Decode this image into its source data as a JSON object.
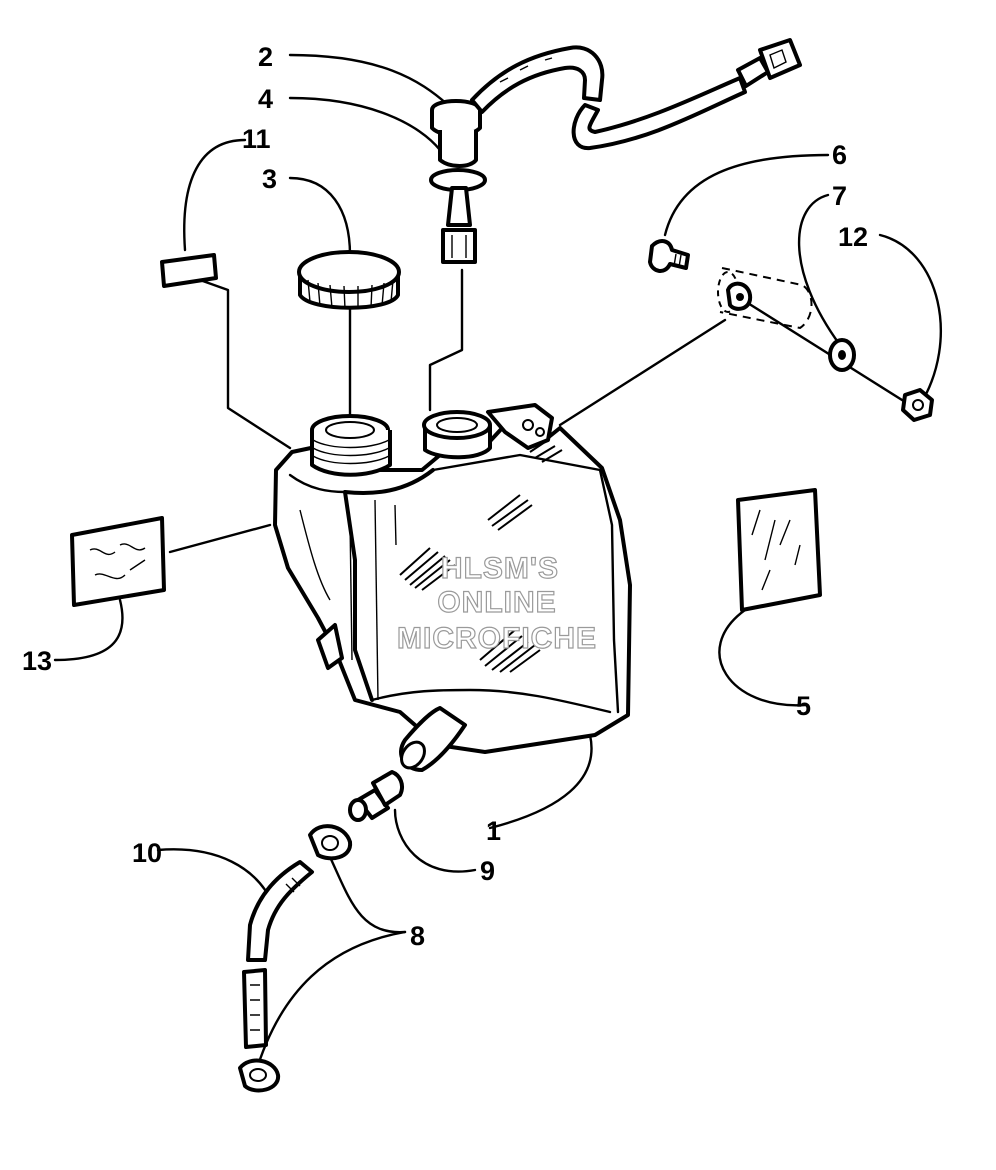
{
  "watermark": {
    "line1": "HLSM'S",
    "line2": "ONLINE",
    "line3": "MICROFICHE"
  },
  "callouts": {
    "c1": "1",
    "c2": "2",
    "c3": "3",
    "c4": "4",
    "c5": "5",
    "c6": "6",
    "c7": "7",
    "c8": "8",
    "c9": "9",
    "c10": "10",
    "c11": "11",
    "c12": "12",
    "c13": "13"
  }
}
